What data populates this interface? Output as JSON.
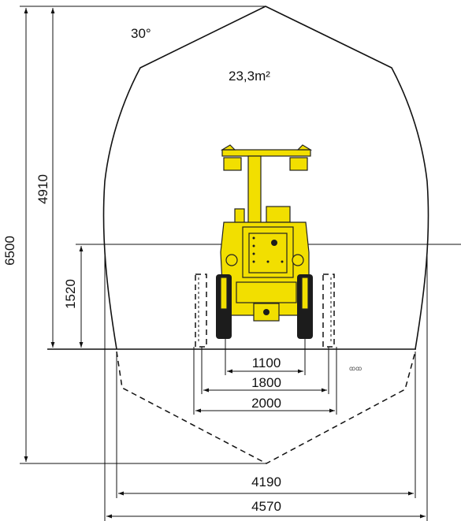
{
  "diagram": {
    "roof_angle": "30°",
    "area": "23,3m²",
    "small_mark": "ꝏꝏ",
    "dimensions": {
      "total_height": "6500",
      "coverage_height": "4910",
      "pivot_height": "1520",
      "track_1100": "1100",
      "track_1800": "1800",
      "track_2000": "2000",
      "width_4190": "4190",
      "width_4570": "4570"
    }
  }
}
